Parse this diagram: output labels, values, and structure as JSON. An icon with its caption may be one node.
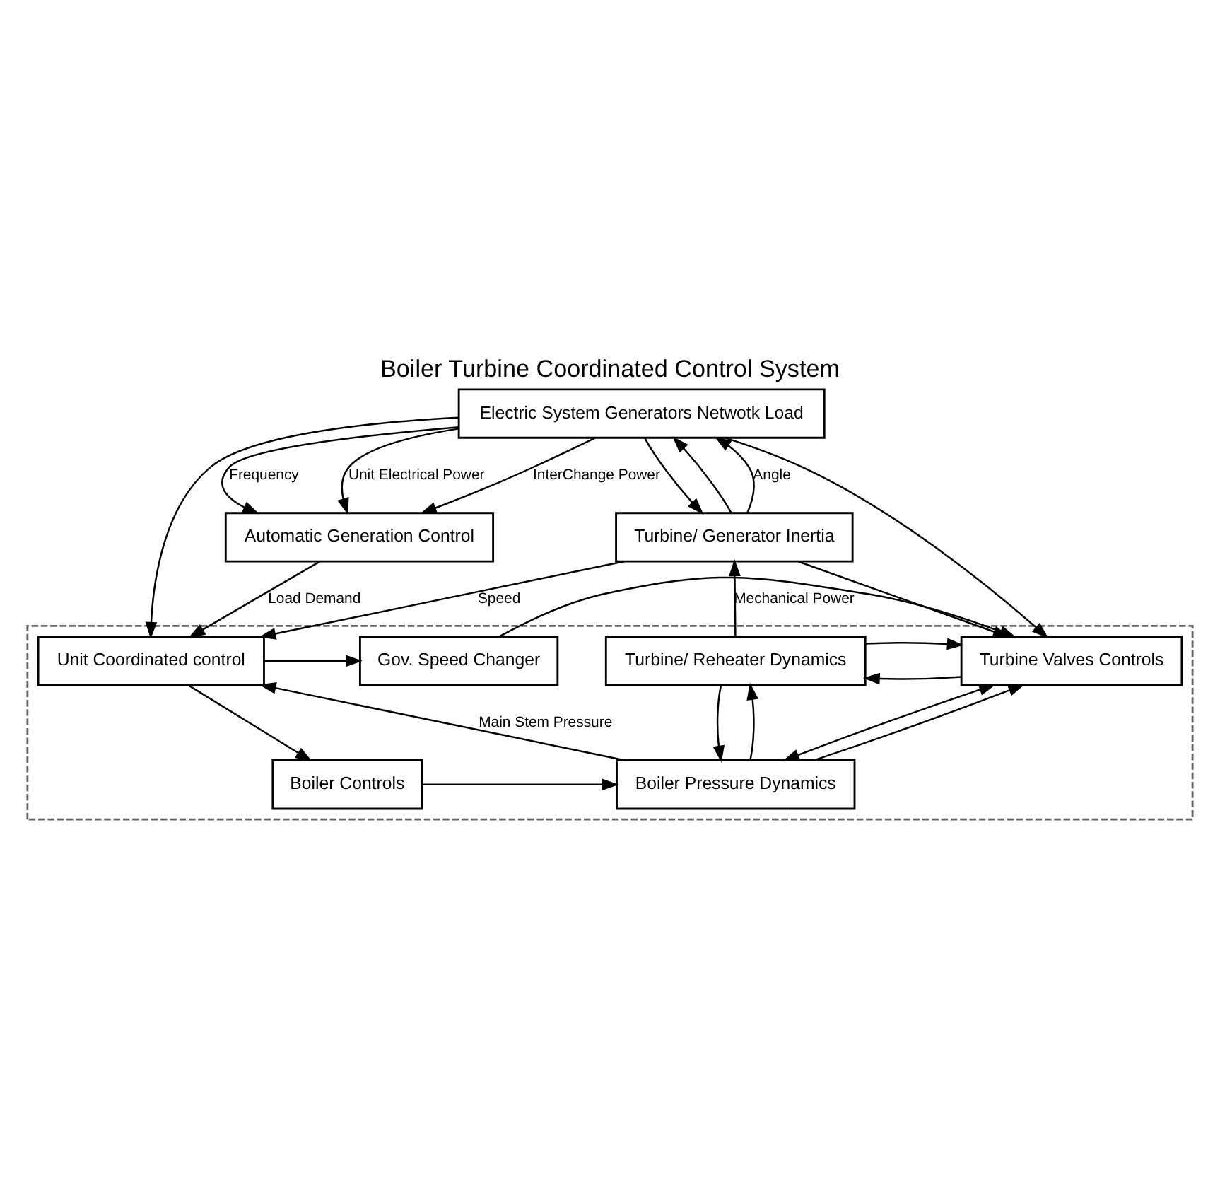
{
  "diagram": {
    "title": "Boiler Turbine Coordinated Control System",
    "nodes": [
      {
        "text": [
          "Automatic Generation Control"
        ]
      },
      {
        "text": [
          "Electric System Generators Netwotk Load"
        ]
      },
      {
        "text": [
          "Turbine/ Generator Inertia"
        ]
      },
      {
        "text": [],
        "shape": "box"
      },
      {
        "text": [
          "Unit Coordinated control"
        ],
        "in": 3
      },
      {
        "text": [
          "Gov. Speed Changer"
        ],
        "in": 3
      },
      {
        "text": [
          "Turbine Valves Controls"
        ],
        "in": 3
      },
      {
        "text": [
          "Turbine/ Reheater Dynamics"
        ],
        "in": 3
      },
      {
        "text": [
          "Boiler Controls"
        ],
        "in": 3
      },
      {
        "text": [
          "Boiler Pressure Dynamics"
        ],
        "in": 3
      }
    ],
    "edges": [
      {
        "from": 1,
        "to": 0,
        "arrow": "to",
        "label": "InterChange Power"
      },
      {
        "from": 1,
        "to": 0,
        "arrow": "to",
        "label": "Frequency"
      },
      {
        "from": 1,
        "to": 0,
        "arrow": "to",
        "label": "Unit Electrical Power"
      },
      {
        "from": 1,
        "to": 2,
        "arrow": "to"
      },
      {
        "from": 1,
        "to": 6,
        "arrow": "to"
      },
      {
        "from": 1,
        "to": 4,
        "arrow": "to"
      },
      {
        "from": 2,
        "to": 1,
        "arrow": "to",
        "label": "Angle"
      },
      {
        "from": 2,
        "to": 1,
        "arrow": "to"
      },
      {
        "from": 2,
        "to": 4,
        "arrow": "to",
        "label": "Speed"
      },
      {
        "from": 2,
        "to": 6,
        "arrow": "to"
      },
      {
        "from": 0,
        "to": 4,
        "arrow": "to",
        "label": "Load Demand"
      },
      {
        "from": 4,
        "to": 5,
        "arrow": "to"
      },
      {
        "from": 5,
        "to": 6,
        "arrow": "to"
      },
      {
        "from": 6,
        "to": 7,
        "arrow": "to"
      },
      {
        "from": 7,
        "to": 2,
        "arrow": "to",
        "label": "Mechanical Power"
      },
      {
        "from": 4,
        "to": 8,
        "arrow": "to"
      },
      {
        "from": 8,
        "to": 9,
        "arrow": "to"
      },
      {
        "from": 6,
        "to": 9,
        "arrow": "both"
      },
      {
        "from": 7,
        "to": 6,
        "arrow": "to"
      },
      {
        "from": 7,
        "to": 9,
        "arrow": "to"
      },
      {
        "from": 9,
        "to": 6,
        "arrow": "to"
      },
      {
        "from": 9,
        "to": 7,
        "arrow": "to"
      },
      {
        "from": 9,
        "to": 4,
        "arrow": "to",
        "label": "Main Stem Pressure"
      }
    ]
  }
}
